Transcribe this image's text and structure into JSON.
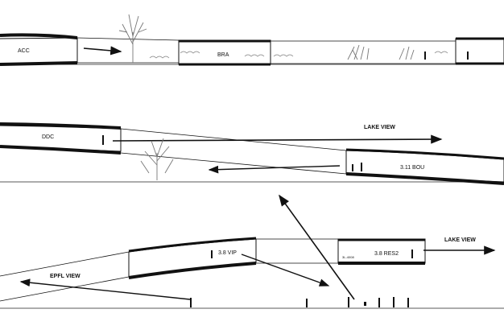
{
  "section_1": {
    "labels": {
      "acc": "ACC",
      "bra": "BRA"
    }
  },
  "section_2": {
    "labels": {
      "ddc": "DDC",
      "bou": "3.11 BOU",
      "lake_view": "LAKE VIEW"
    }
  },
  "section_3": {
    "labels": {
      "vip": "3.8 VIP",
      "res2": "3.8 RES2",
      "small_tag": "3L-4008",
      "lake_view": "LAKE VIEW",
      "epfl_view": "EPFL VIEW"
    }
  },
  "colors": {
    "ink": "#111111",
    "paper": "#ffffff",
    "tree": "#777777"
  }
}
